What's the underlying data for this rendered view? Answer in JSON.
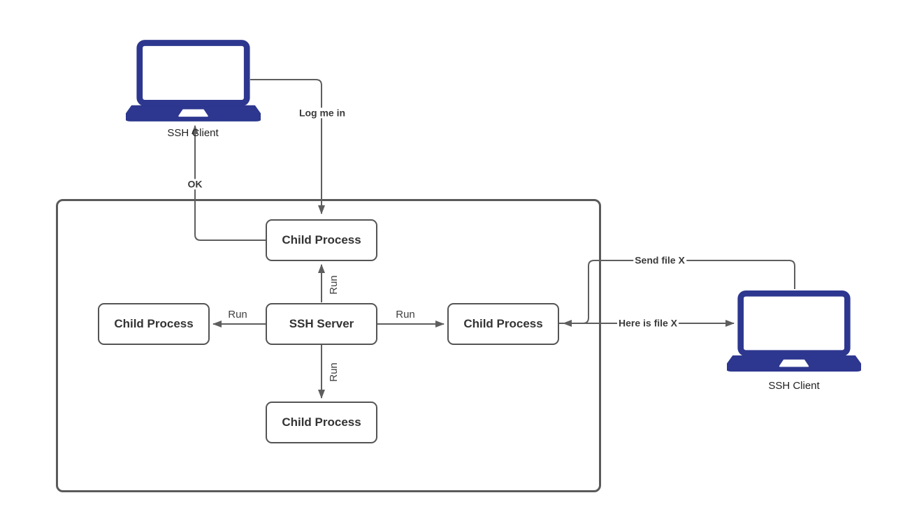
{
  "nodes": {
    "client_left": {
      "label": "SSH Client"
    },
    "client_right": {
      "label": "SSH Client"
    },
    "server": {
      "label": "SSH Server"
    },
    "child_top": {
      "label": "Child Process"
    },
    "child_left": {
      "label": "Child Process"
    },
    "child_right": {
      "label": "Child Process"
    },
    "child_bottom": {
      "label": "Child Process"
    }
  },
  "edges": {
    "log_me_in": {
      "label": "Log me in"
    },
    "ok": {
      "label": "OK"
    },
    "run_top": {
      "label": "Run"
    },
    "run_left": {
      "label": "Run"
    },
    "run_right": {
      "label": "Run"
    },
    "run_bottom": {
      "label": "Run"
    },
    "send_file": {
      "label": "Send file X"
    },
    "here_is_file": {
      "label": "Here is file X"
    }
  },
  "colors": {
    "laptop_fill": "#2d378f",
    "connector": "#5e5e5e",
    "box_border": "#545454",
    "label_text": "#3b3b3b"
  }
}
